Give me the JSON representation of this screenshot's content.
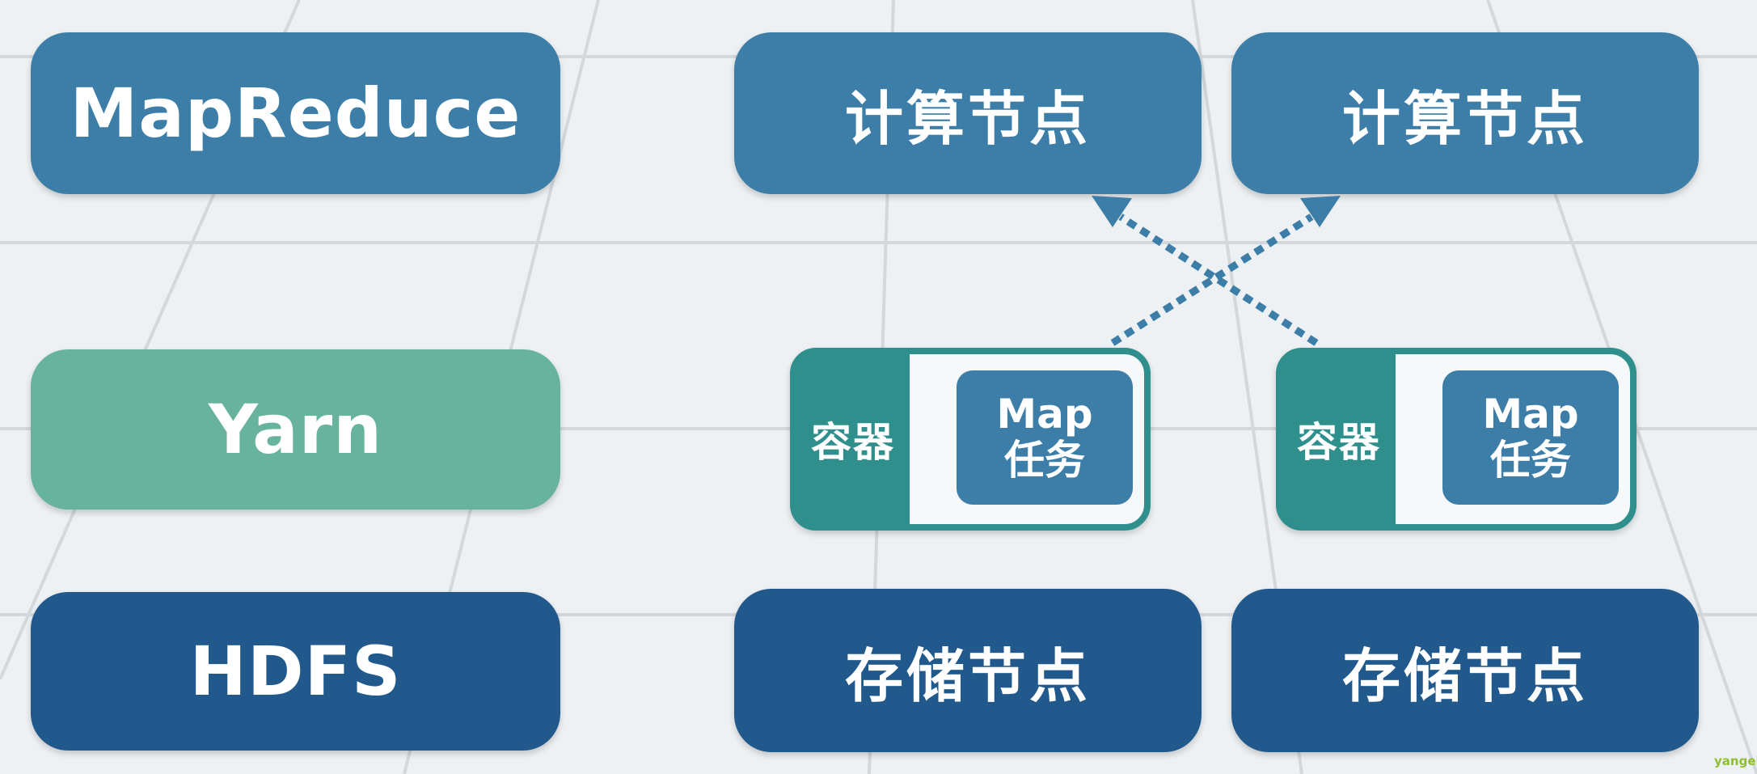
{
  "layers": {
    "mapreduce": "MapReduce",
    "yarn": "Yarn",
    "hdfs": "HDFS"
  },
  "compute_nodes": [
    "计算节点",
    "计算节点"
  ],
  "containers": [
    {
      "label": "容器",
      "task_line1": "Map",
      "task_line2": "任务"
    },
    {
      "label": "容器",
      "task_line1": "Map",
      "task_line2": "任务"
    }
  ],
  "storage_nodes": [
    "存储节点",
    "存储节点"
  ],
  "watermark": "yangeit",
  "colors": {
    "mapreduce_blue": "#3c7ea8",
    "yarn_green": "#68b39e",
    "hdfs_navy": "#22598d",
    "container_teal": "#2e8f8c",
    "arrow_blue": "#3c7ea8",
    "background": "#eef1f3"
  }
}
